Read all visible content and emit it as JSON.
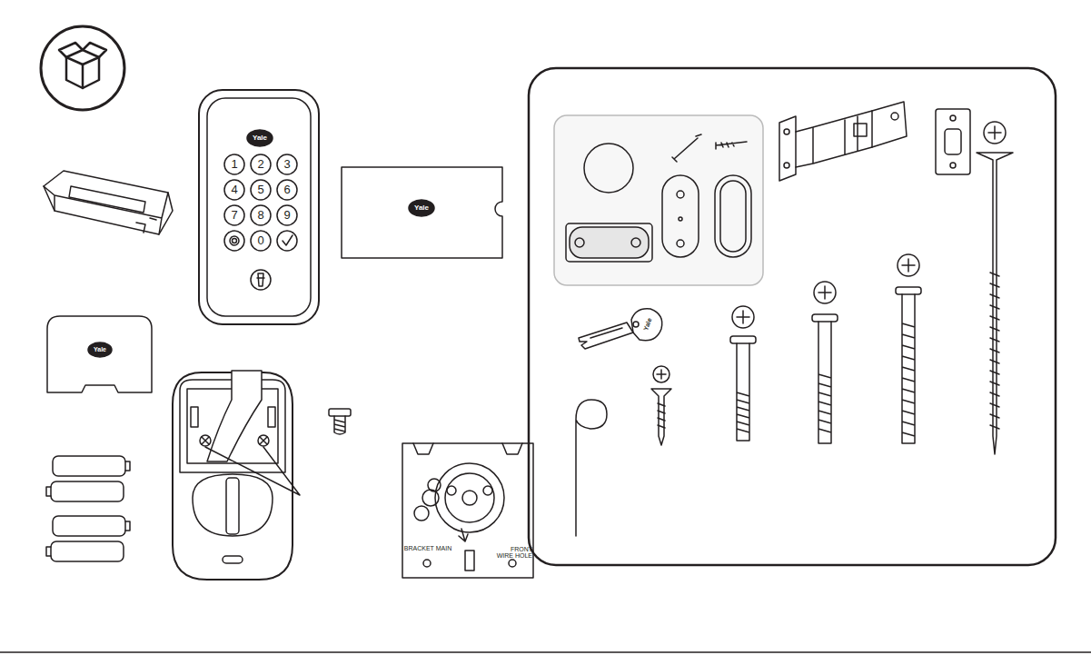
{
  "diagram": {
    "labels": [
      "Yale",
      "1",
      "2",
      "3",
      "4",
      "5",
      "6",
      "7",
      "8",
      "9",
      "0",
      "Yale",
      "Yale",
      "BRACKET MAIN",
      "FRONT WIRE HOLE",
      "Yale"
    ]
  }
}
